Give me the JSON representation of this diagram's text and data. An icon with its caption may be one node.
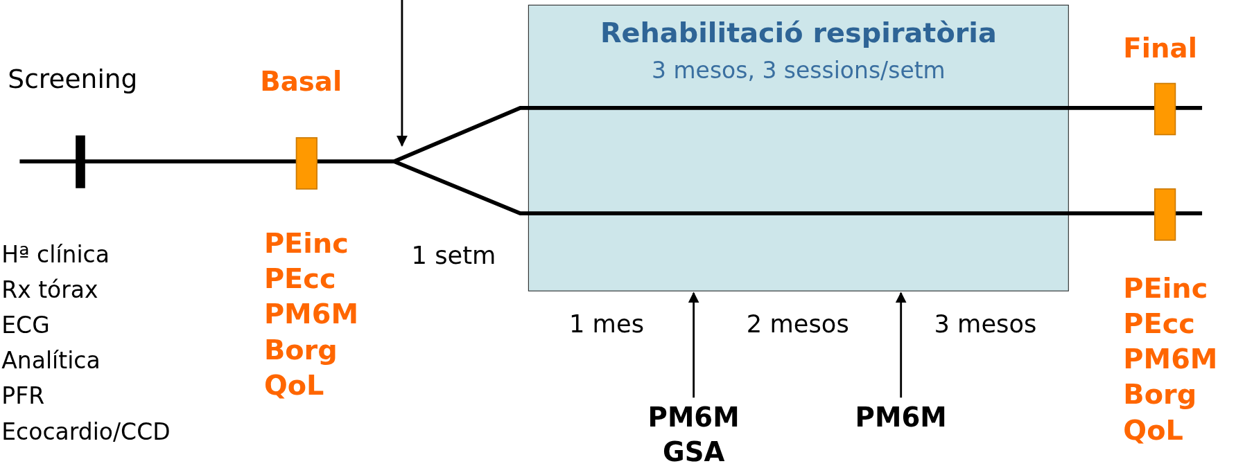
{
  "diagram": {
    "nodes": [
      {
        "text": [
          "Rehabilitació respiratòria",
          "3 mesos, 3 sessions/setm"
        ]
      },
      {
        "text": [
          "PM6M",
          "GSA"
        ]
      },
      {
        "text": [
          "PM6M"
        ]
      }
    ],
    "edges": [
      {
        "from": 1,
        "to": 0,
        "arrow": "to"
      },
      {
        "from": 2,
        "to": 0,
        "arrow": "to"
      }
    ],
    "labels": [
      "Screening",
      "Basal",
      "Final",
      "Hª clínica",
      "Rx tórax",
      "ECG",
      "Analítica",
      "PFR",
      "Ecocardio/CCD",
      "PEinc",
      "PEcc",
      "PM6M",
      "Borg",
      "QoL",
      "1 setm",
      "1 mes",
      "2 mesos",
      "3 mesos",
      "PEinc",
      "PEcc",
      "PM6M",
      "Borg",
      "QoL"
    ]
  }
}
